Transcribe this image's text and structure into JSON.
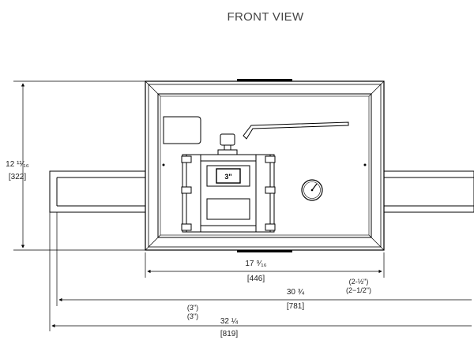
{
  "title": "FRONT VIEW",
  "valve_tag": "3\"",
  "dimensions": {
    "height": {
      "imperial": "12 ¹¹⁄₁₆",
      "metric": "[322]"
    },
    "box_width": {
      "imperial": "17 ⁹⁄₁₆",
      "metric": "[446]"
    },
    "overall_inner": {
      "imperial": "30 ¾",
      "metric": "[781]"
    },
    "overall": {
      "imperial": "32 ¼",
      "metric": "[819]"
    },
    "pipe_right": {
      "line1": "(2-½\")",
      "line2": "(2−1/2\")"
    },
    "pipe_left": {
      "line1": "(3\")",
      "line2": "(3\")"
    }
  }
}
